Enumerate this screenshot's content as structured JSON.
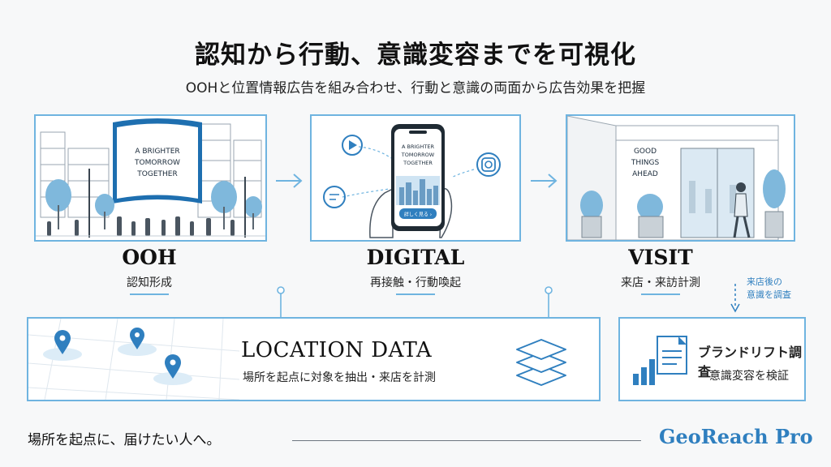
{
  "header": {
    "title": "認知から行動、意識変容までを可視化",
    "subtitle": "OOHと位置情報広告を組み合わせ、行動と意識の両面から広告効果を把握"
  },
  "steps": [
    {
      "label": "OOH",
      "sublabel": "認知形成",
      "illustration_text": [
        "A BRIGHTER",
        "TOMORROW",
        "TOGETHER"
      ]
    },
    {
      "label": "DIGITAL",
      "sublabel": "再接触・行動喚起",
      "illustration_text": [
        "A BRIGHTER",
        "TOMORROW",
        "TOGETHER"
      ],
      "phone_button": "詳しく見る ›"
    },
    {
      "label": "VISIT",
      "sublabel": "来店・来訪計測",
      "illustration_text": [
        "GOOD",
        "THINGS",
        "AHEAD"
      ]
    }
  ],
  "location": {
    "title": "LOCATION DATA",
    "subtitle": "場所を起点に対象を抽出・来店を計測"
  },
  "brand_lift": {
    "title": "ブランドリフト調査",
    "subtitle": "意識変容を検証",
    "survey_note": [
      "来店後の",
      "意識を調査"
    ]
  },
  "footer": {
    "tagline": "場所を起点に、届けたい人へ。",
    "brand": "GeoReach Pro"
  },
  "colors": {
    "accent": "#2f7fbf",
    "line": "#6fb4e0",
    "screen": "#1e6fb0"
  }
}
